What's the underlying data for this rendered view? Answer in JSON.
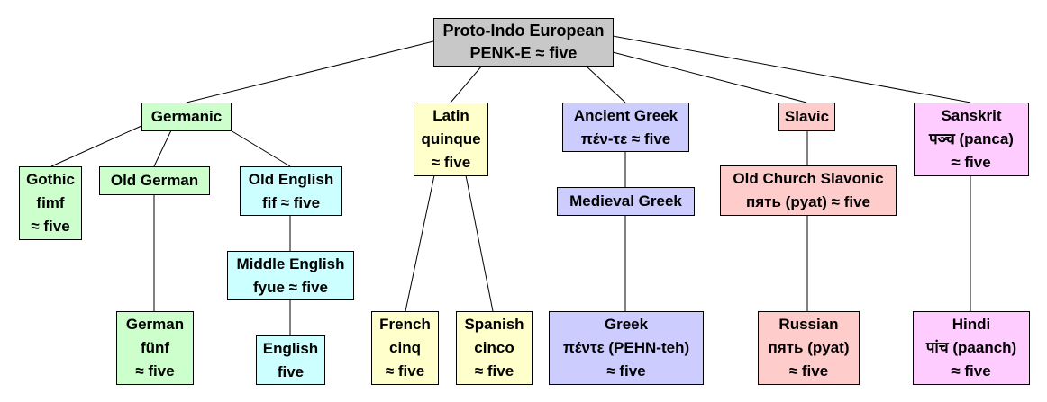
{
  "colors": {
    "root": "#c8c8c8",
    "germanic": "#ccffcc",
    "english": "#ccffff",
    "latin": "#ffffcc",
    "greek": "#ccccff",
    "slavic": "#ffcccc",
    "sanskrit": "#ffccff",
    "edge": "#000000"
  },
  "root": {
    "line1": "Proto-Indo European",
    "line2": "PENK-E ≈ five"
  },
  "germanic": {
    "title": "Germanic",
    "gothic": {
      "line1": "Gothic",
      "line2": "fimf",
      "line3": "≈ five"
    },
    "old_german": {
      "line1": "Old German"
    },
    "german": {
      "line1": "German",
      "line2": "fünf",
      "line3": "≈ five"
    },
    "old_english": {
      "line1": "Old English",
      "line2": "fif ≈ five"
    },
    "middle_english": {
      "line1": "Middle English",
      "line2": "fyue ≈ five"
    },
    "english": {
      "line1": "English",
      "line2": "five"
    }
  },
  "latin": {
    "title": {
      "line1": "Latin",
      "line2": "quinque",
      "line3": "≈ five"
    },
    "french": {
      "line1": "French",
      "line2": "cinq",
      "line3": "≈ five"
    },
    "spanish": {
      "line1": "Spanish",
      "line2": "cinco",
      "line3": "≈ five"
    }
  },
  "greek": {
    "ancient": {
      "line1": "Ancient Greek",
      "line2": "πέν-τε ≈ five"
    },
    "medieval": {
      "line1": "Medieval Greek"
    },
    "modern": {
      "line1": "Greek",
      "line2": "πέντε (PEHN-teh)",
      "line3": "≈ five"
    }
  },
  "slavic": {
    "title": "Slavic",
    "old_church": {
      "line1": "Old Church Slavonic",
      "line2": "пять (pyat) ≈ five"
    },
    "russian": {
      "line1": "Russian",
      "line2": "пять (pyat)",
      "line3": "≈ five"
    }
  },
  "sanskrit": {
    "title": {
      "line1": "Sanskrit",
      "line2": "पञ्च (panca)",
      "line3": "≈ five"
    },
    "hindi": {
      "line1": "Hindi",
      "line2": "पांच (paanch)",
      "line3": "≈ five"
    }
  }
}
